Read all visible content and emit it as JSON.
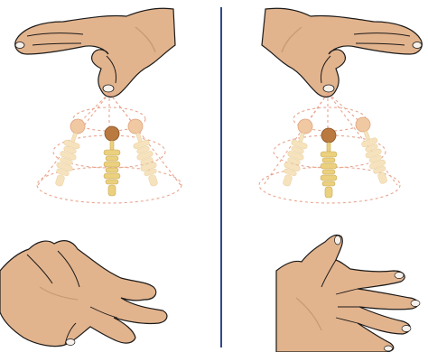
{
  "colors": {
    "skin": "#E2B48E",
    "skin_shadow": "#C99B73",
    "outline": "#1C1A19",
    "nail": "#F7F1EC",
    "divider": "#2E4A8C",
    "pendulum_line": "#E8A58F",
    "ghost_bob": "#F0C8A2",
    "ghost_body": "#F6E3BE",
    "active_bob": "#B9793F",
    "active_body": "#EBD07E"
  },
  "panels": [
    {
      "side": "left",
      "pendulum_ghost_positions": [
        "left",
        "right"
      ],
      "lower_hand_pose": "relaxed-curled"
    },
    {
      "side": "right",
      "pendulum_ghost_positions": [
        "left",
        "right"
      ],
      "lower_hand_pose": "open-spread"
    }
  ]
}
